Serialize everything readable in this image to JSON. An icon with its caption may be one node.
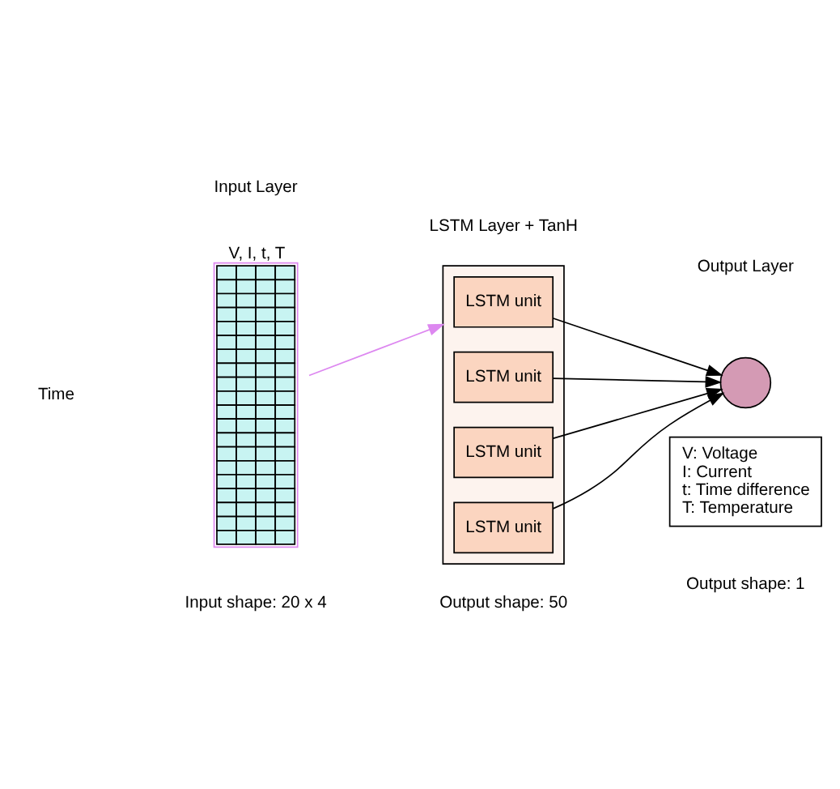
{
  "diagram": {
    "nodes": [
      {
        "text": [
          "V, I, t, T"
        ]
      },
      {
        "text": [],
        "shape": "box"
      },
      {
        "text": [
          "LSTM unit"
        ],
        "in": 1
      },
      {
        "text": [
          "LSTM unit"
        ],
        "in": 1
      },
      {
        "text": [
          "LSTM unit"
        ],
        "in": 1
      },
      {
        "text": [
          "LSTM unit"
        ],
        "in": 1
      },
      {
        "text": [],
        "shape": "circle"
      },
      {
        "text": [
          "V: Voltage",
          "I: Current",
          "t: Time difference",
          "T: Temperature"
        ]
      }
    ],
    "edges": [
      {
        "from": 0,
        "to": 1,
        "arrow": "to",
        "color": "#dd88f0"
      },
      {
        "from": 2,
        "to": 6,
        "arrow": "to"
      },
      {
        "from": 3,
        "to": 6,
        "arrow": "to"
      },
      {
        "from": 4,
        "to": 6,
        "arrow": "to"
      },
      {
        "from": 5,
        "to": 6,
        "arrow": "to"
      }
    ],
    "labels": [
      "Input Layer",
      "LSTM Layer + TanH",
      "Output Layer",
      "Time",
      "Input shape: 20 x 4",
      "Output shape: 50",
      "Output shape: 1"
    ]
  }
}
